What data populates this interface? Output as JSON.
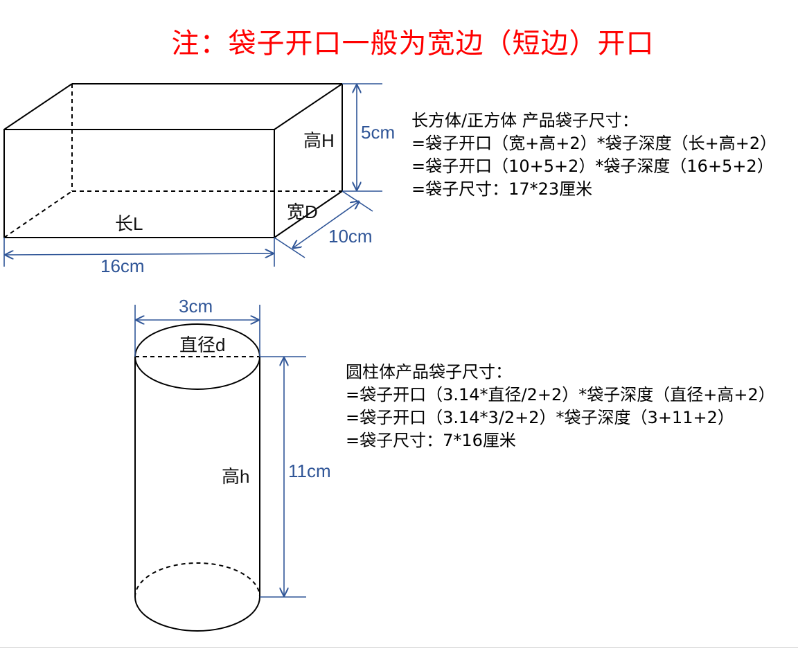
{
  "title": "注：袋子开口一般为宽边（短边）开口",
  "box": {
    "label_length": "长L",
    "label_width": "宽D",
    "label_height": "高H",
    "dim_length": "16cm",
    "dim_width": "10cm",
    "dim_height": "5cm"
  },
  "box_formula": {
    "heading": "长方体/正方体  产品袋子尺寸：",
    "line1": "=袋子开口（宽+高+2）*袋子深度（长+高+2）",
    "line2": "=袋子开口（10+5+2）*袋子深度（16+5+2）",
    "line3": "=袋子尺寸：17*23厘米"
  },
  "cylinder": {
    "label_diameter": "直径d",
    "label_height": "高h",
    "dim_diameter": "3cm",
    "dim_height": "11cm"
  },
  "cylinder_formula": {
    "heading": "圆柱体产品袋子尺寸：",
    "line1": "=袋子开口（3.14*直径/2+2）*袋子深度（直径+高+2）",
    "line2": "=袋子开口（3.14*3/2+2）*袋子深度（3+11+2）",
    "line3": "=袋子尺寸：7*16厘米"
  },
  "colors": {
    "title": "#ff0000",
    "dimension": "#2f5597",
    "outline": "#000000"
  }
}
